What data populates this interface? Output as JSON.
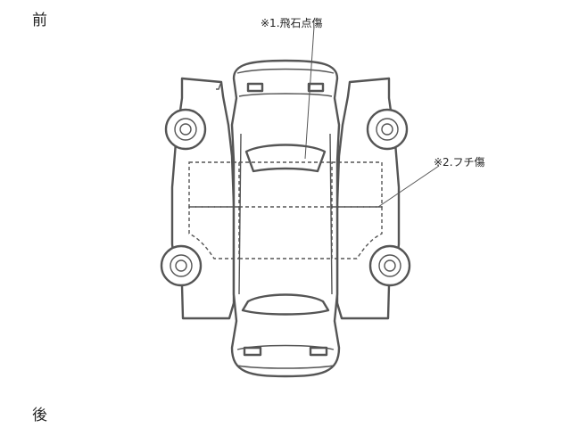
{
  "labels": {
    "front": "前",
    "rear": "後"
  },
  "notes": {
    "note1": "※1.飛石点傷",
    "note2": "※2.フチ傷"
  },
  "colors": {
    "outline": "#555555",
    "background": "#ffffff",
    "text": "#222222"
  }
}
